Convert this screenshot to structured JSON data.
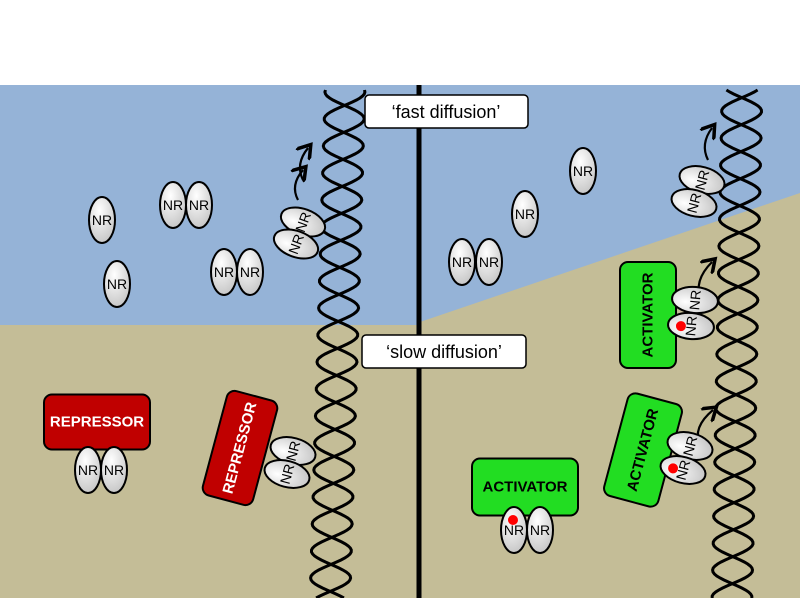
{
  "labels": {
    "fast_diffusion": "‘fast diffusion’",
    "slow_diffusion": "‘slow diffusion’",
    "nr": "NR",
    "repressor": "REPRESSOR",
    "activator": "ACTIVATOR"
  },
  "colors": {
    "fast_region": "#95b3d7",
    "slow_region": "#c4bd97",
    "repressor": "#c00000",
    "activator": "#22dd22",
    "nr_fill": "#e8e8e8",
    "ligand": "#ff0000"
  }
}
